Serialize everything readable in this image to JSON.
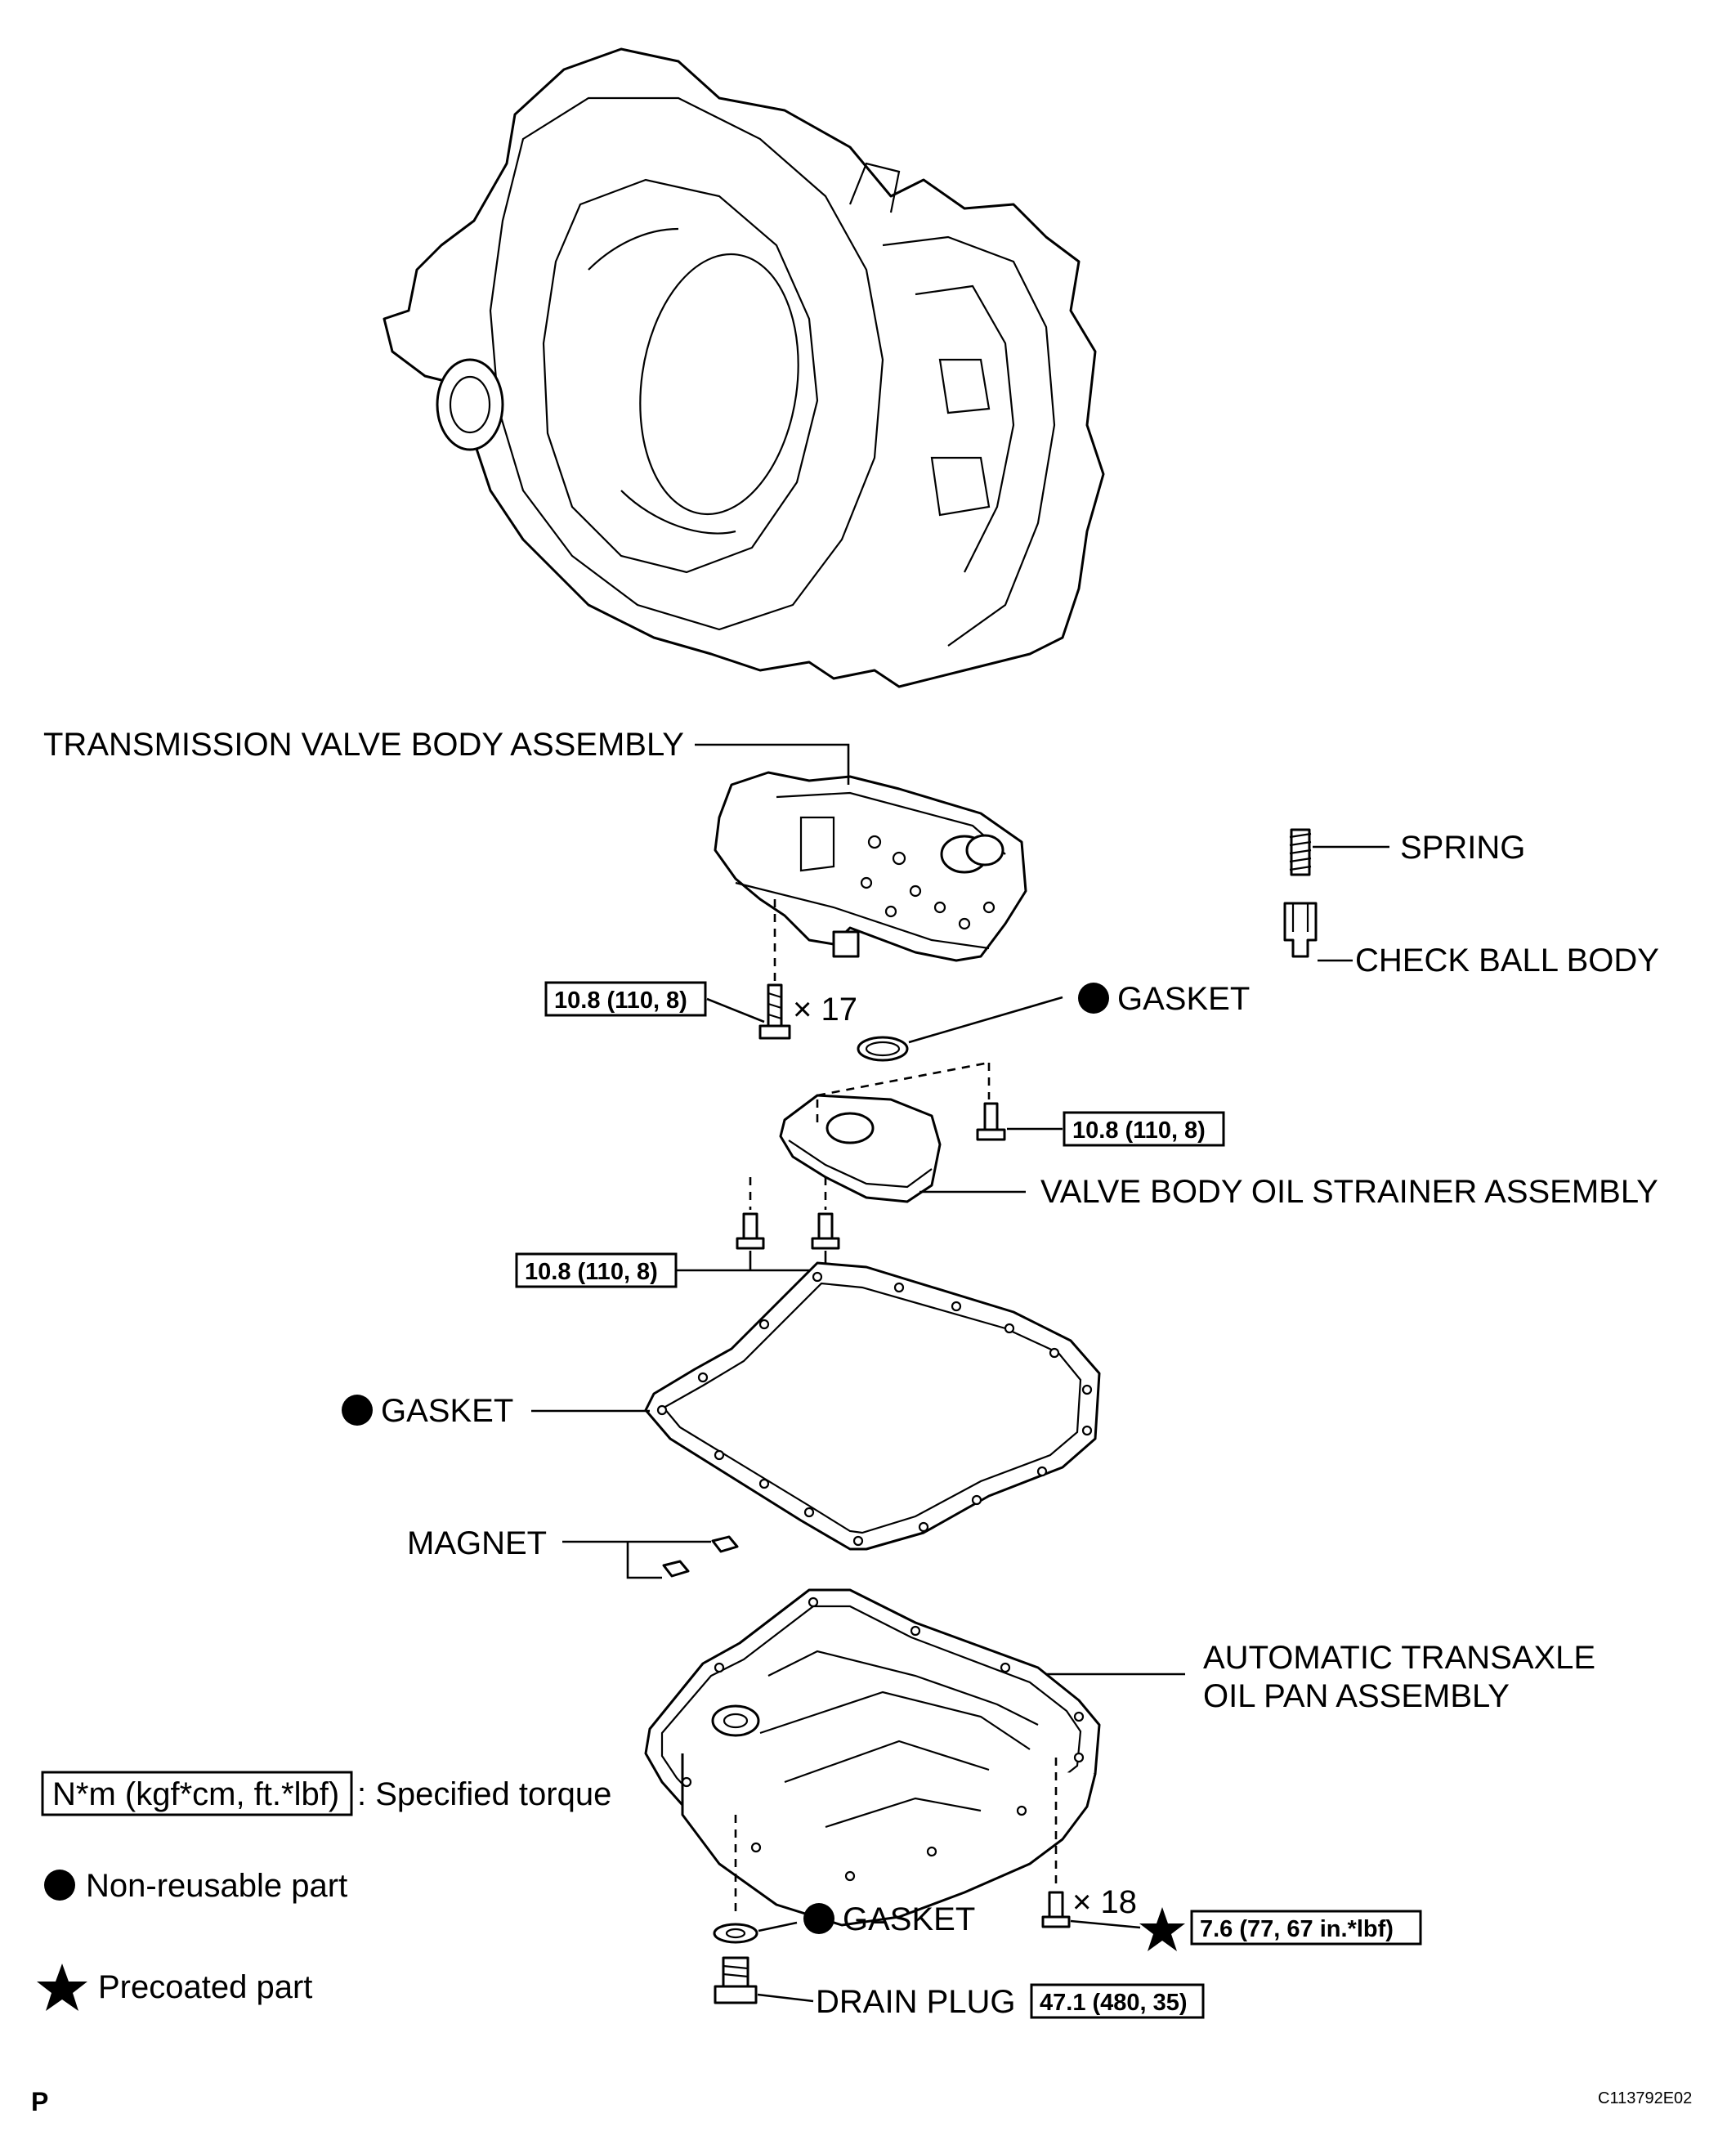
{
  "labels": {
    "valve_body": "TRANSMISSION VALVE BODY ASSEMBLY",
    "spring": "SPRING",
    "check_ball": "CHECK BALL BODY",
    "gasket_ring": "GASKET",
    "bolt_count_17": "× 17",
    "strainer": "VALVE BODY OIL STRAINER ASSEMBLY",
    "pan_gasket": "GASKET",
    "magnet": "MAGNET",
    "oil_pan_line1": "AUTOMATIC TRANSAXLE",
    "oil_pan_line2": "OIL PAN ASSEMBLY",
    "bolt_count_18": "× 18",
    "drain_gasket": "GASKET",
    "drain_plug": "DRAIN PLUG"
  },
  "torques": {
    "valve_body_bolts": "10.8 (110, 8)",
    "strainer_right": "10.8 (110, 8)",
    "strainer_left": "10.8 (110, 8)",
    "oil_pan_bolts": "7.6 (77, 67 in.*lbf)",
    "drain_plug": "47.1 (480, 35)"
  },
  "legend": {
    "torque_unit": "N*m (kgf*cm, ft.*lbf)",
    "torque_desc": ": Specified torque",
    "non_reusable": "Non-reusable part",
    "precoated": "Precoated part"
  },
  "corner_mark": "P",
  "figure_code": "C113792E02"
}
